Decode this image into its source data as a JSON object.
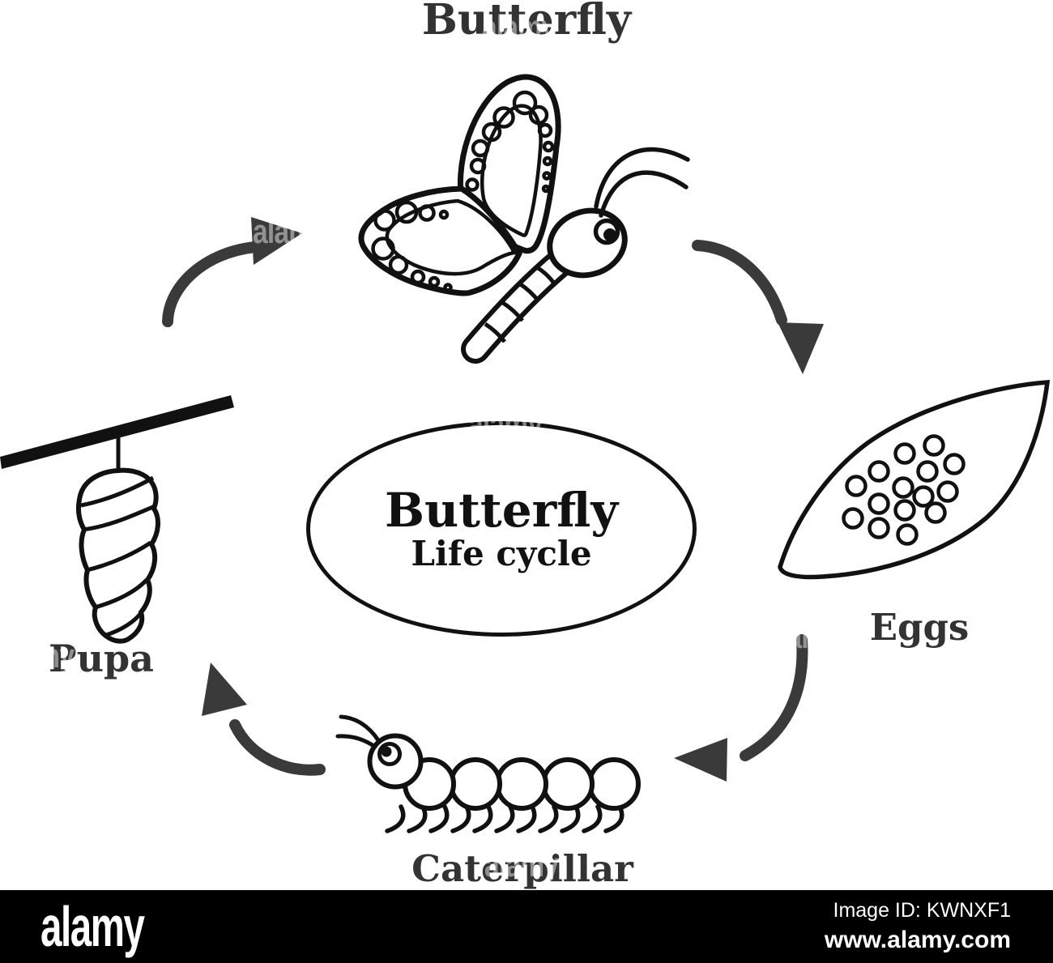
{
  "title": "Butterfly",
  "center_ellipse": {
    "line1": "Butterfly",
    "line2": "Life cycle"
  },
  "stages": {
    "butterfly": "Butterfly",
    "eggs": "Eggs",
    "caterpillar": "Caterpillar",
    "pupa": "Pupa"
  },
  "cycle_order": [
    "Butterfly",
    "Eggs",
    "Caterpillar",
    "Pupa"
  ],
  "illustrations": [
    "butterfly-cartoon",
    "leaf-with-eggs",
    "caterpillar-cartoon",
    "pupa-hanging-from-branch",
    "curved-arrow-up-right",
    "curved-arrow-down-right",
    "curved-arrow-left",
    "curved-arrow-up-left"
  ],
  "watermark": {
    "logo": "alamy",
    "image_id": "Image ID: KWNXF1",
    "url": "www.alamy.com",
    "overlay": "alamy"
  },
  "colors": {
    "ink": "#111111",
    "label": "#333333",
    "arrow": "#3a3a3a",
    "bar_bg": "#000000",
    "bar_text": "#ffffff"
  }
}
